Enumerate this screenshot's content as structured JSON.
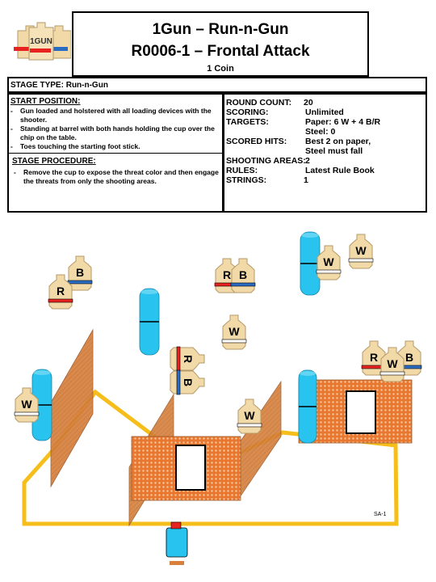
{
  "header": {
    "title_line1": "1Gun – Run-n-Gun",
    "title_line2": "R0006-1 – Frontal Attack",
    "subtitle": "1 Coin",
    "logo_text": "1GUN"
  },
  "stage_type": {
    "label": "STAGE TYPE:",
    "value": "Run-n-Gun"
  },
  "start_position": {
    "heading": "START POSITION:",
    "items": [
      "Gun loaded and holstered with all loading devices with the shooter.",
      "Standing at barrel with both hands holding the cup over the chip on the table.",
      "Toes touching the starting foot stick."
    ]
  },
  "stage_procedure": {
    "heading": "STAGE PROCEDURE:",
    "items": [
      "Remove the cup to expose the threat color and then engage the threats from only the shooting areas."
    ]
  },
  "info": {
    "round_count": {
      "label": "ROUND COUNT:",
      "value": "20"
    },
    "scoring": {
      "label": "SCORING:",
      "value": "Unlimited"
    },
    "targets": {
      "label": "TARGETS:",
      "value": "Paper: 6 W + 4 B/R",
      "value2": "Steel:  0"
    },
    "scored_hits": {
      "label": "SCORED HITS:",
      "value": "Best 2 on paper,",
      "value2": "Steel must fall"
    },
    "shooting_areas": {
      "label": "SHOOTING AREAS:",
      "value": "2"
    },
    "rules": {
      "label": "RULES:",
      "value": "Latest Rule Book"
    },
    "strings": {
      "label": "STRINGS:",
      "value": "1"
    }
  },
  "diagram": {
    "stage_id": "SA-1",
    "target_letters": {
      "red": "R",
      "blue": "B",
      "white": "W"
    },
    "colors": {
      "boundary": "#f5be1a",
      "barrel": "#29c3ef",
      "wall_fill": "#e8772f",
      "fence": "#d7803b",
      "target": "#f2d9a8",
      "red": "#e8221f",
      "blue": "#2a6cc2"
    }
  }
}
